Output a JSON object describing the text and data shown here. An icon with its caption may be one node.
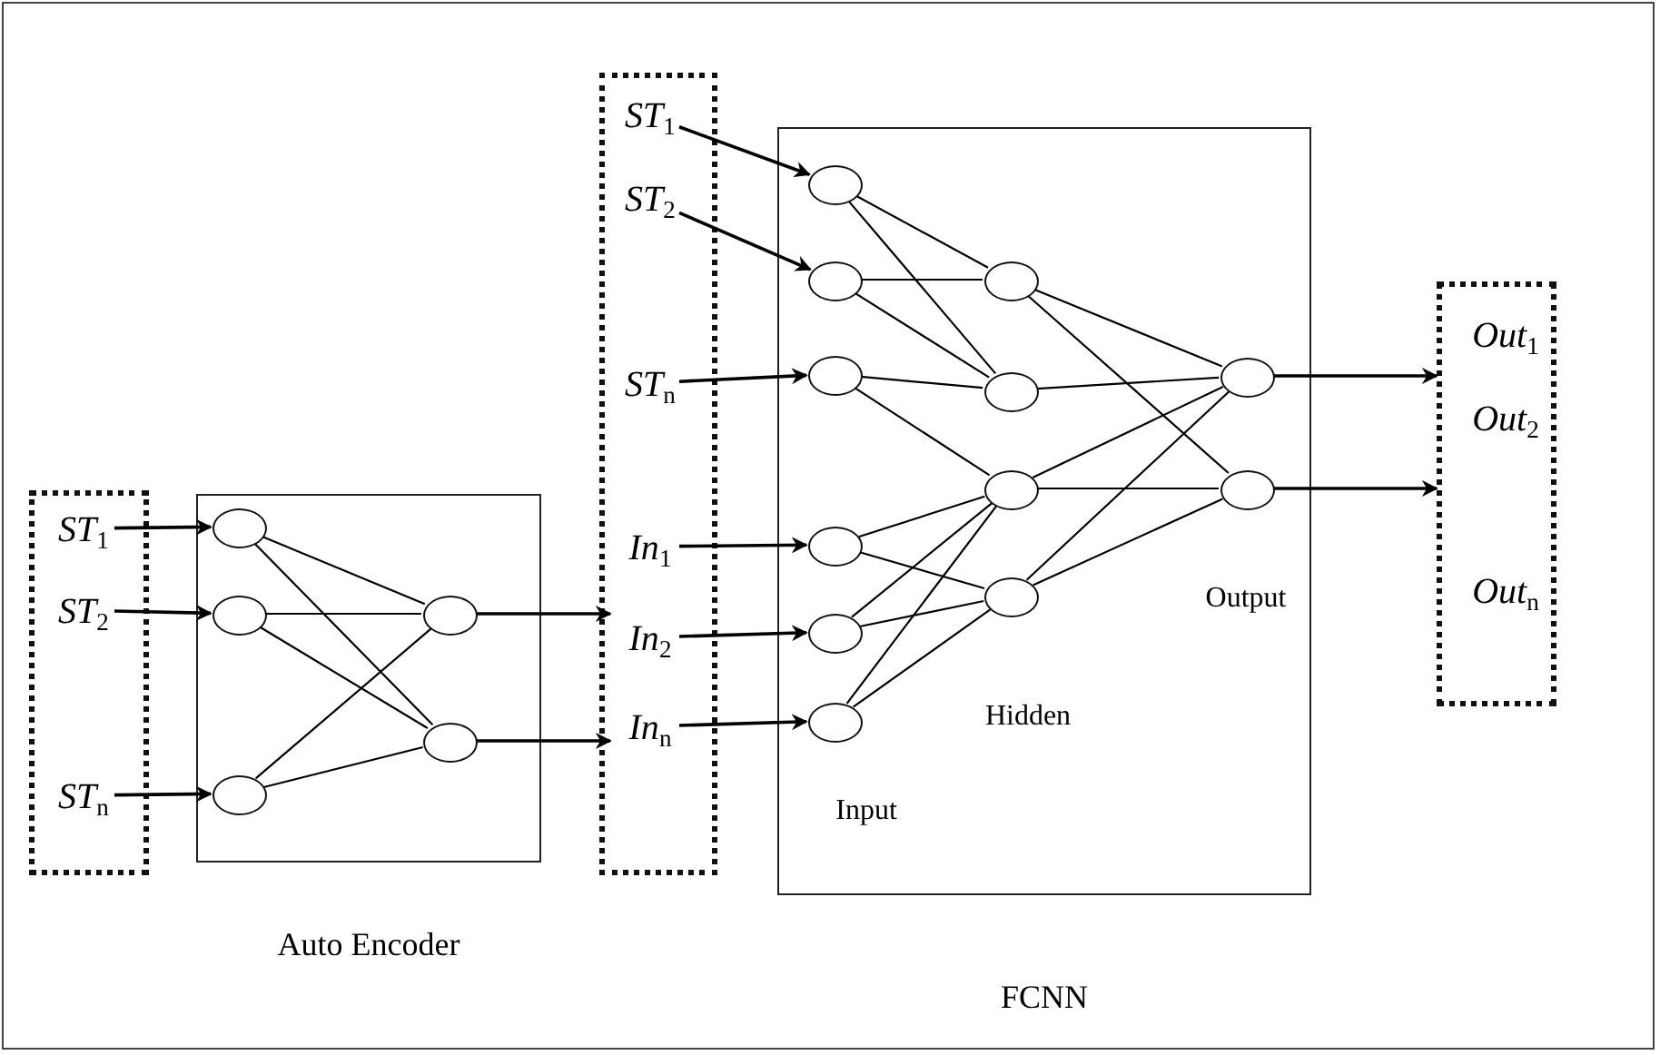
{
  "diagram": {
    "nodes": [
      {
        "text": [],
        "shape": "box"
      },
      {
        "text": [
          "ST$_{1}$"
        ],
        "in": 0
      },
      {
        "text": [
          "ST$_{2}$"
        ],
        "in": 0
      },
      {
        "text": [
          "ST$_{n}$"
        ],
        "in": 0
      },
      {
        "text": [
          "Auto Encoder"
        ]
      },
      {
        "text": [],
        "shape": "circle",
        "in": 4
      },
      {
        "text": [],
        "shape": "circle",
        "in": 4
      },
      {
        "text": [],
        "shape": "circle",
        "in": 4
      },
      {
        "text": [],
        "shape": "circle",
        "in": 4
      },
      {
        "text": [],
        "shape": "circle",
        "in": 4
      },
      {
        "text": [],
        "shape": "box"
      },
      {
        "text": [
          "ST$_{1}$"
        ],
        "in": 10
      },
      {
        "text": [
          "ST$_{2}$"
        ],
        "in": 10
      },
      {
        "text": [
          "ST$_{n}$"
        ],
        "in": 10
      },
      {
        "text": [
          "In$_{1}$"
        ],
        "in": 10
      },
      {
        "text": [
          "In$_{2}$"
        ],
        "in": 10
      },
      {
        "text": [
          "In$_{n}$"
        ],
        "in": 10
      },
      {
        "text": [
          "FCNN"
        ]
      },
      {
        "text": [],
        "shape": "circle",
        "in": 17
      },
      {
        "text": [],
        "shape": "circle",
        "in": 17
      },
      {
        "text": [],
        "shape": "circle",
        "in": 17
      },
      {
        "text": [],
        "shape": "circle",
        "in": 17
      },
      {
        "text": [],
        "shape": "circle",
        "in": 17
      },
      {
        "text": [],
        "shape": "circle",
        "in": 17
      },
      {
        "text": [],
        "shape": "circle",
        "in": 17
      },
      {
        "text": [],
        "shape": "circle",
        "in": 17
      },
      {
        "text": [],
        "shape": "circle",
        "in": 17
      },
      {
        "text": [],
        "shape": "circle",
        "in": 17
      },
      {
        "text": [],
        "shape": "circle",
        "in": 17
      },
      {
        "text": [],
        "shape": "circle",
        "in": 17
      },
      {
        "text": [],
        "shape": "box"
      },
      {
        "text": [
          "Out$_{1}$"
        ],
        "in": 30
      },
      {
        "text": [
          "Out$_{2}$"
        ],
        "in": 30
      },
      {
        "text": [
          "Out$_{n}$"
        ],
        "in": 30
      }
    ],
    "edges": [
      {
        "from": 1,
        "to": 5,
        "arrow": "to"
      },
      {
        "from": 2,
        "to": 6,
        "arrow": "to"
      },
      {
        "from": 3,
        "to": 7,
        "arrow": "to"
      },
      {
        "from": 5,
        "to": 8,
        "arrow": "none"
      },
      {
        "from": 5,
        "to": 9,
        "arrow": "none"
      },
      {
        "from": 6,
        "to": 8,
        "arrow": "none"
      },
      {
        "from": 6,
        "to": 9,
        "arrow": "none"
      },
      {
        "from": 7,
        "to": 8,
        "arrow": "none"
      },
      {
        "from": 7,
        "to": 9,
        "arrow": "none"
      },
      {
        "from": 8,
        "to": 15,
        "arrow": "to"
      },
      {
        "from": 9,
        "to": 16,
        "arrow": "to"
      },
      {
        "from": 11,
        "to": 18,
        "arrow": "to"
      },
      {
        "from": 12,
        "to": 19,
        "arrow": "to"
      },
      {
        "from": 13,
        "to": 20,
        "arrow": "to"
      },
      {
        "from": 14,
        "to": 21,
        "arrow": "to"
      },
      {
        "from": 15,
        "to": 22,
        "arrow": "to"
      },
      {
        "from": 16,
        "to": 23,
        "arrow": "to"
      },
      {
        "from": 18,
        "to": 24,
        "arrow": "none"
      },
      {
        "from": 18,
        "to": 25,
        "arrow": "none"
      },
      {
        "from": 19,
        "to": 24,
        "arrow": "none"
      },
      {
        "from": 19,
        "to": 25,
        "arrow": "none"
      },
      {
        "from": 20,
        "to": 25,
        "arrow": "none"
      },
      {
        "from": 20,
        "to": 26,
        "arrow": "none"
      },
      {
        "from": 21,
        "to": 26,
        "arrow": "none"
      },
      {
        "from": 21,
        "to": 27,
        "arrow": "none"
      },
      {
        "from": 22,
        "to": 26,
        "arrow": "none"
      },
      {
        "from": 22,
        "to": 27,
        "arrow": "none"
      },
      {
        "from": 23,
        "to": 26,
        "arrow": "none"
      },
      {
        "from": 23,
        "to": 27,
        "arrow": "none"
      },
      {
        "from": 24,
        "to": 28,
        "arrow": "none"
      },
      {
        "from": 24,
        "to": 29,
        "arrow": "none"
      },
      {
        "from": 25,
        "to": 28,
        "arrow": "none"
      },
      {
        "from": 26,
        "to": 28,
        "arrow": "none"
      },
      {
        "from": 26,
        "to": 29,
        "arrow": "none"
      },
      {
        "from": 27,
        "to": 28,
        "arrow": "none"
      },
      {
        "from": 27,
        "to": 29,
        "arrow": "none"
      },
      {
        "from": 28,
        "to": 30,
        "arrow": "to"
      },
      {
        "from": 29,
        "to": 30,
        "arrow": "to"
      }
    ],
    "labels": [
      "Input",
      "Hidden",
      "Output"
    ]
  }
}
